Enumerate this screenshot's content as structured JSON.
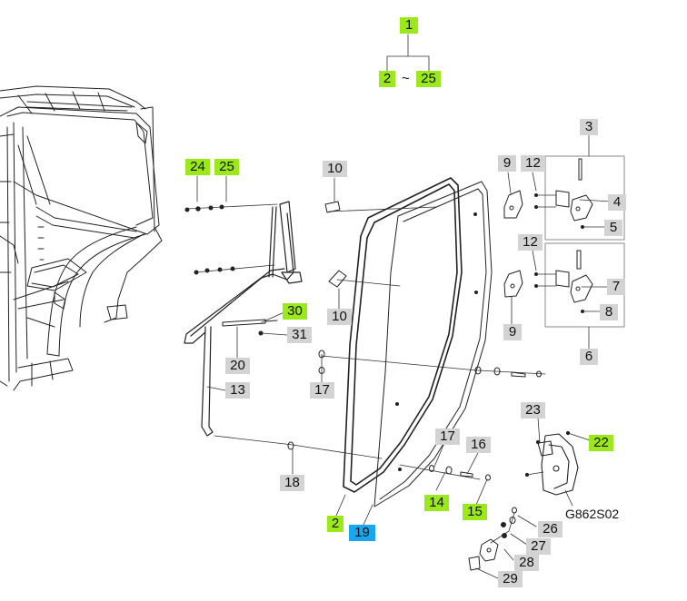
{
  "title": "",
  "drawing_code": "G862S02",
  "range_separator": "~",
  "colors": {
    "callout_default": "#d3d3d3",
    "callout_highlight": "#9be81d",
    "callout_selected": "#1aa7f0",
    "line": "#222222",
    "background": "#ffffff"
  },
  "callouts": [
    {
      "id": "c1",
      "label": "1",
      "style": "green"
    },
    {
      "id": "c2a",
      "label": "2",
      "style": "green"
    },
    {
      "id": "c25a",
      "label": "25",
      "style": "green"
    },
    {
      "id": "c24",
      "label": "24",
      "style": "green"
    },
    {
      "id": "c25b",
      "label": "25",
      "style": "green"
    },
    {
      "id": "c10a",
      "label": "10",
      "style": "gray"
    },
    {
      "id": "c9a",
      "label": "9",
      "style": "gray"
    },
    {
      "id": "c12a",
      "label": "12",
      "style": "gray"
    },
    {
      "id": "c3",
      "label": "3",
      "style": "gray"
    },
    {
      "id": "c4",
      "label": "4",
      "style": "gray"
    },
    {
      "id": "c5",
      "label": "5",
      "style": "gray"
    },
    {
      "id": "c12b",
      "label": "12",
      "style": "gray"
    },
    {
      "id": "c10b",
      "label": "10",
      "style": "gray"
    },
    {
      "id": "c7",
      "label": "7",
      "style": "gray"
    },
    {
      "id": "c8",
      "label": "8",
      "style": "gray"
    },
    {
      "id": "c9b",
      "label": "9",
      "style": "gray"
    },
    {
      "id": "c6",
      "label": "6",
      "style": "gray"
    },
    {
      "id": "c30",
      "label": "30",
      "style": "green"
    },
    {
      "id": "c31",
      "label": "31",
      "style": "gray"
    },
    {
      "id": "c20",
      "label": "20",
      "style": "gray"
    },
    {
      "id": "c17a",
      "label": "17",
      "style": "gray"
    },
    {
      "id": "c13",
      "label": "13",
      "style": "gray"
    },
    {
      "id": "c23",
      "label": "23",
      "style": "gray"
    },
    {
      "id": "c22",
      "label": "22",
      "style": "green"
    },
    {
      "id": "c17b",
      "label": "17",
      "style": "gray"
    },
    {
      "id": "c16",
      "label": "16",
      "style": "gray"
    },
    {
      "id": "c18",
      "label": "18",
      "style": "gray"
    },
    {
      "id": "c14",
      "label": "14",
      "style": "green"
    },
    {
      "id": "c15",
      "label": "15",
      "style": "green"
    },
    {
      "id": "c2b",
      "label": "2",
      "style": "green"
    },
    {
      "id": "c19",
      "label": "19",
      "style": "blue"
    },
    {
      "id": "c26",
      "label": "26",
      "style": "gray"
    },
    {
      "id": "c27",
      "label": "27",
      "style": "gray"
    },
    {
      "id": "c28",
      "label": "28",
      "style": "gray"
    },
    {
      "id": "c29",
      "label": "29",
      "style": "gray"
    }
  ]
}
